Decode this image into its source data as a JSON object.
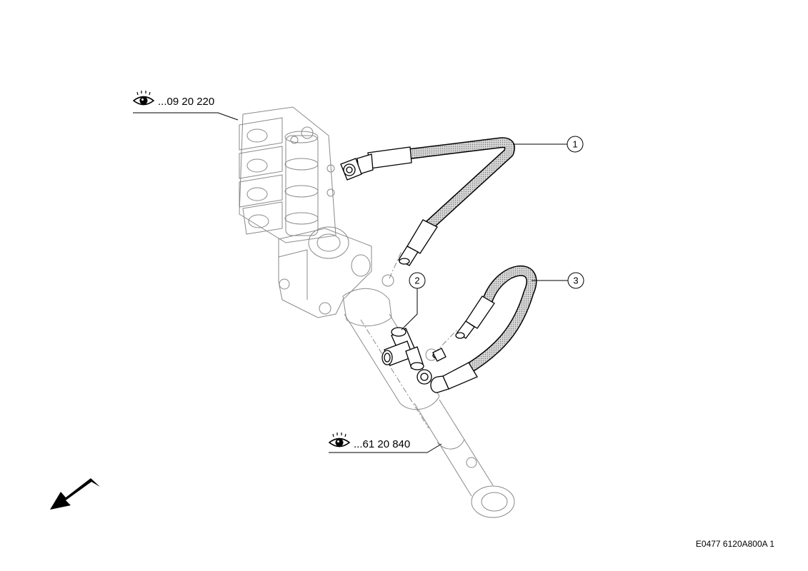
{
  "references": [
    {
      "id": "ref-top",
      "text": "...09 20 220",
      "icon": "eye-icon"
    },
    {
      "id": "ref-bottom",
      "text": "...61 20 840",
      "icon": "eye-icon"
    }
  ],
  "callouts": [
    {
      "id": "callout-1",
      "label": "1"
    },
    {
      "id": "callout-2",
      "label": "2"
    },
    {
      "id": "callout-3",
      "label": "3"
    }
  ],
  "drawing_code": "E0477 6120A800A 1",
  "colors": {
    "line": "#000000",
    "ghost": "#8a8a8a",
    "hose_fill": "#b4b4b4"
  },
  "direction_arrow": "arrow-icon"
}
